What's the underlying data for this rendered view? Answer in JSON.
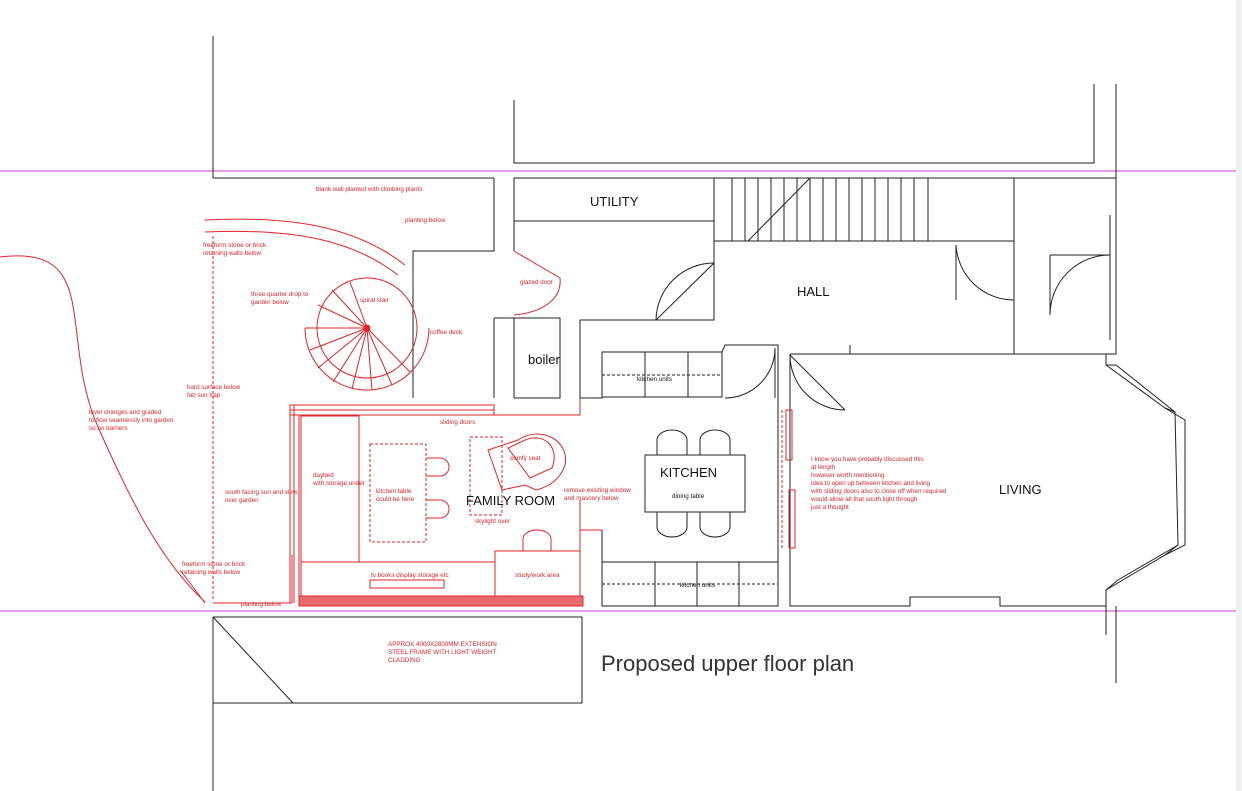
{
  "title": "Proposed upper floor plan",
  "rooms": {
    "utility": "UTILITY",
    "hall": "HALL",
    "living": "LIVING",
    "kitchen": "KITCHEN",
    "family_room": "FAMILY ROOM",
    "boiler": "boiler"
  },
  "notes": {
    "blank_wall": "blank wall planted with climbing plants",
    "planting_below_top": "planting below",
    "retaining_top": [
      "freeform stone or brick",
      "retaining walls below"
    ],
    "three_quarter": [
      "three quarter drop to",
      "garden below"
    ],
    "spiral_stair": "spiral stair",
    "glazed_door": "glazed door",
    "coffee_deck": "coffee deck",
    "hard_surface": [
      "hard surface below",
      "fab sun trap"
    ],
    "level_changes": [
      "level changes and graded",
      "to flow seamlessly into garden",
      "so no barriers"
    ],
    "sliding_doors": "sliding doors",
    "comfy_seat": "comfy seat",
    "daybed": [
      "daybed",
      "with storage under"
    ],
    "south_facing": [
      "south facing sun and view",
      "over garden"
    ],
    "kitchen_table": [
      "kitchen table",
      "could be here"
    ],
    "remove_window": [
      "remove existing window",
      "and masonry below"
    ],
    "skylight": "skylight over",
    "retaining_bottom": [
      "freeform stone or brick",
      "retaining walls below"
    ],
    "tv_books": "tv books display storage etc",
    "study": "study/work area",
    "planting_below_bottom": "planting below",
    "extension": [
      "APPROX 4000X2800MM EXTENSION",
      "STEEL FRAME WITH LIGHT WEIGHT",
      "CLADDING"
    ],
    "kitchen_units_top": "kitchen units",
    "kitchen_units_bottom": "kitchen units",
    "dining_table": "dining table",
    "open_up": [
      "I know you have probably discussed this",
      "at length",
      "however worth mentioning",
      "idea to open up between kitchen and living",
      "with sliding doors also to close off when required",
      "would allow all that south light through",
      "just a thought"
    ]
  },
  "colors": {
    "walls": "#222222",
    "proposal": "#e0262a",
    "guides": "#d23bd6"
  }
}
